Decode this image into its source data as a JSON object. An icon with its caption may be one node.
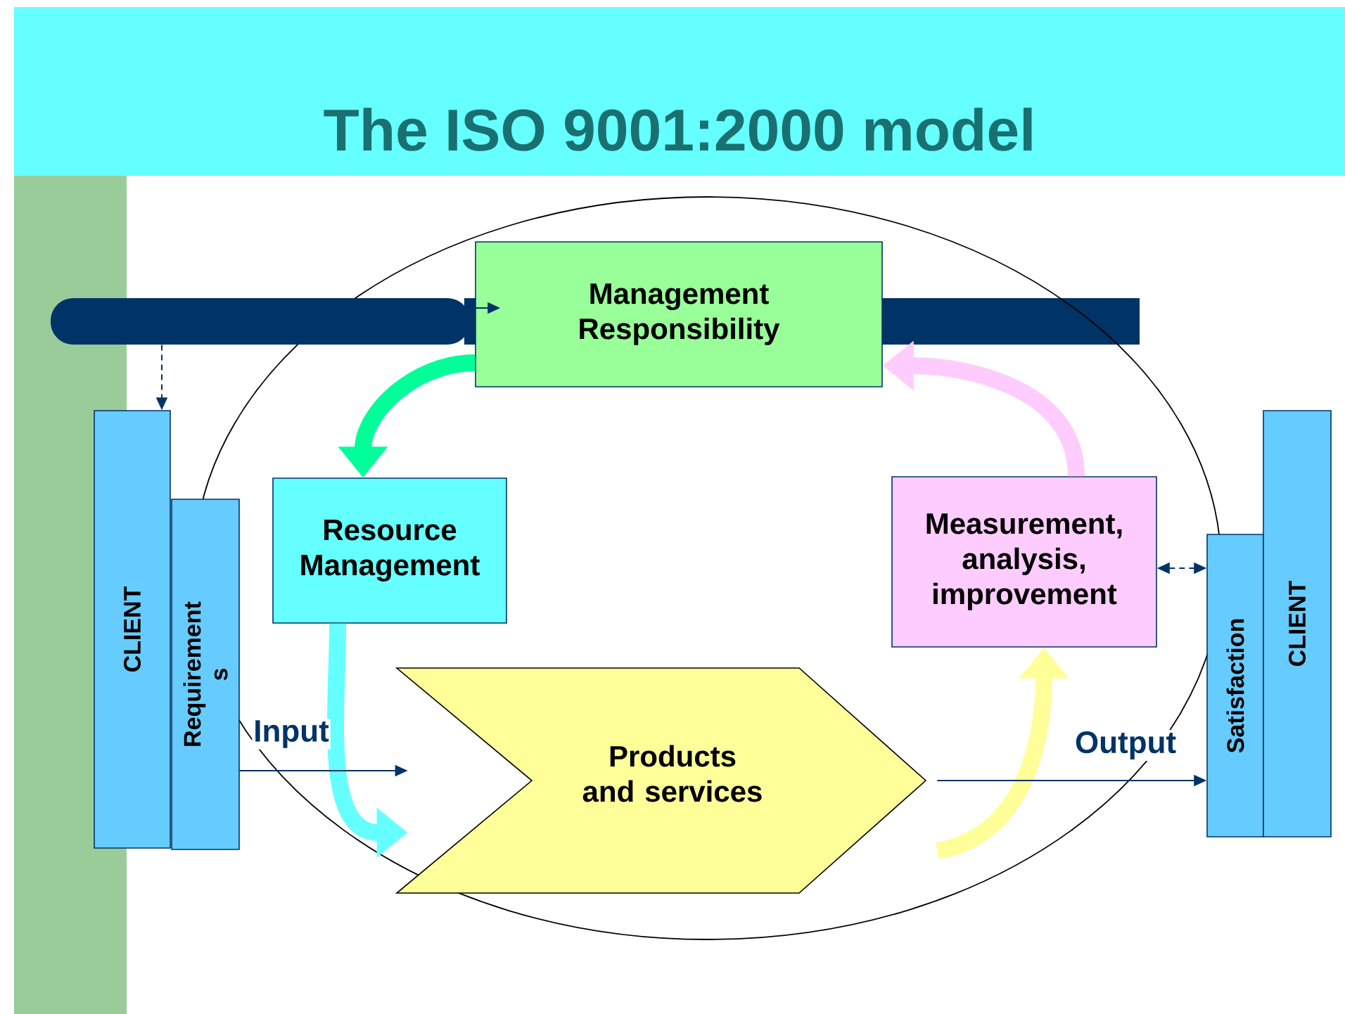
{
  "diagram": {
    "title": "The ISO 9001:2000 model",
    "nodes": [
      {
        "text": [
          "Management Responsibility"
        ]
      },
      {
        "text": [],
        "shape": "bar"
      },
      {
        "text": [
          "CLIENT"
        ]
      },
      {
        "text": [
          "Requirement s"
        ]
      },
      {
        "text": [
          "Resource Management"
        ]
      },
      {
        "text": [
          "Measurement, analysis, improvement"
        ]
      },
      {
        "text": [
          "Products and services"
        ]
      },
      {
        "text": [
          "Satisfaction"
        ]
      },
      {
        "text": [
          "CLIENT"
        ]
      }
    ],
    "edges": [
      {
        "from": 0,
        "to": 4,
        "arrow": "to",
        "style": "thick",
        "color": "#00ff99"
      },
      {
        "from": 4,
        "to": 6,
        "arrow": "to",
        "style": "thick",
        "color": "#66ffff"
      },
      {
        "from": 6,
        "to": 5,
        "arrow": "to",
        "style": "thick",
        "color": "#ffff99"
      },
      {
        "from": 5,
        "to": 0,
        "arrow": "to",
        "style": "thick",
        "color": "#ffccff"
      },
      {
        "from": 3,
        "to": 6,
        "arrow": "to",
        "label": "Input"
      },
      {
        "from": 6,
        "to": 7,
        "arrow": "to",
        "label": "Output"
      },
      {
        "from": 5,
        "to": 7,
        "arrow": "both",
        "style": "dashed"
      },
      {
        "from": 1,
        "to": 0,
        "arrow": "to"
      },
      {
        "from": 1,
        "to": 2,
        "arrow": "to",
        "style": "dashed"
      }
    ]
  }
}
